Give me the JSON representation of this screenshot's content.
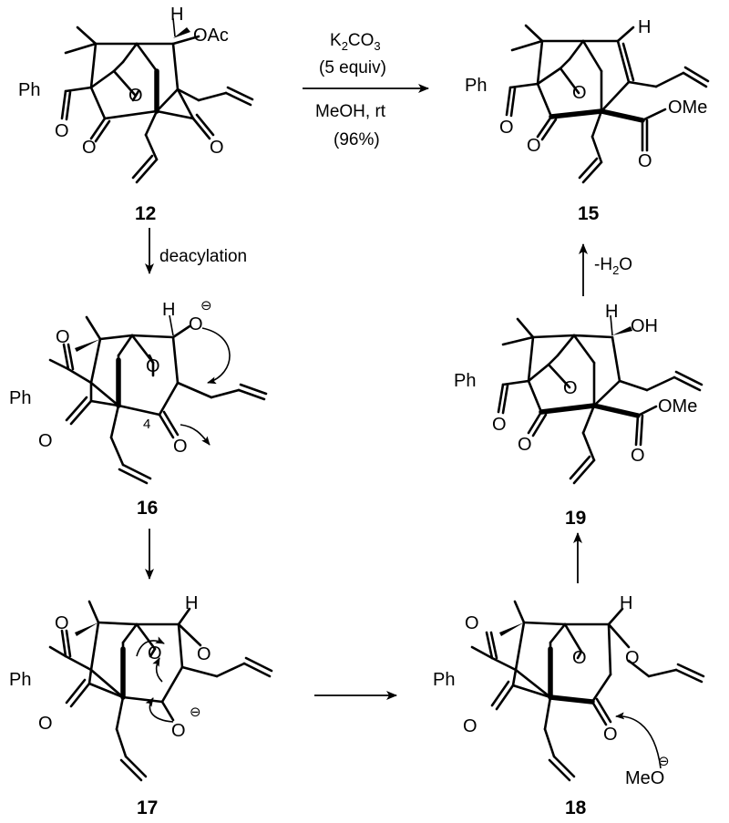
{
  "compounds": {
    "c12": "12",
    "c15": "15",
    "c16": "16",
    "c17": "17",
    "c18": "18",
    "c19": "19"
  },
  "atoms": {
    "ph": "Ph",
    "o": "O",
    "h": "H",
    "oac": "OAc",
    "ome": "OMe",
    "oh": "OH",
    "meo": "MeO",
    "minus": "⊖",
    "locant4": "4"
  },
  "conditions": {
    "reagent_main": "K",
    "reagent_sub1": "2",
    "reagent_mid": "CO",
    "reagent_sub2": "3",
    "equiv": "(5 equiv)",
    "solvent": "MeOH, rt",
    "yield": "(96%)",
    "deacylation": "deacylation",
    "dehydration_main": "-H",
    "dehydration_sub": "2",
    "dehydration_end": "O"
  }
}
